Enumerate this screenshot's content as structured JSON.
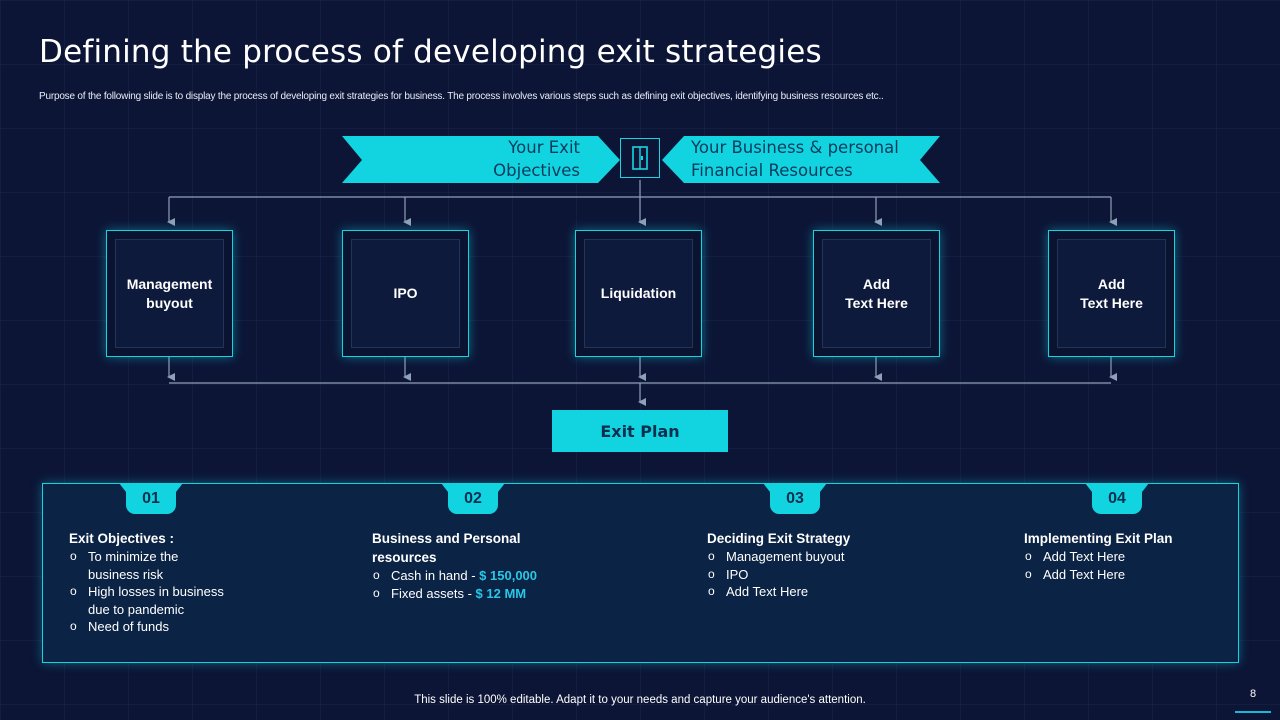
{
  "slide": {
    "title": "Defining the process of developing exit strategies",
    "subtitle": "Purpose of the following slide is to display the process of developing exit strategies for business. The process involves various steps such as defining exit objectives, identifying business resources etc..",
    "footer": "This slide is 100% editable. Adapt it to your needs and capture your audience's attention.",
    "page_number": "8"
  },
  "inputs": {
    "left": "Your Exit Objectives",
    "right": "Your Business & personal Financial Resources",
    "center_icon": "door-icon"
  },
  "options": [
    "Management\nbuyout",
    "IPO",
    "Liquidation",
    "Add\nText Here",
    "Add\nText Here"
  ],
  "exit_plan": "Exit Plan",
  "steps": [
    {
      "number": "01",
      "title": "Exit Objectives :",
      "bullets": [
        "To minimize the business risk",
        "High losses in business due to pandemic",
        "Need of funds"
      ]
    },
    {
      "number": "02",
      "title": "Business and Personal resources",
      "bullets": [
        {
          "text": "Cash in hand - ",
          "value": "$ 150,000"
        },
        {
          "text": "Fixed assets - ",
          "value": "$ 12 MM"
        }
      ]
    },
    {
      "number": "03",
      "title": "Deciding Exit Strategy",
      "bullets": [
        "Management buyout",
        "IPO",
        "Add Text Here"
      ]
    },
    {
      "number": "04",
      "title": "Implementing Exit Plan",
      "bullets": [
        "Add Text Here",
        "Add Text Here"
      ]
    }
  ],
  "colors": {
    "background": "#0c1536",
    "accent": "#12d4e0",
    "highlight": "#28c8e6",
    "panel": "#0b2344"
  }
}
